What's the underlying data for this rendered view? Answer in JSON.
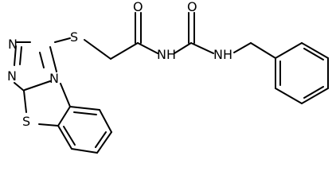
{
  "diagram": {
    "type": "chemical-structure",
    "atoms": {
      "n1": "N",
      "n2": "N",
      "n3": "N",
      "s_thioether": "S",
      "s_ring": "S",
      "o_amide": "O",
      "o_urea": "O",
      "nh_amide": "NH",
      "nh_benzyl": "NH"
    },
    "colors": {
      "bond": "#000000",
      "label": "#000000",
      "background": "#ffffff"
    }
  }
}
